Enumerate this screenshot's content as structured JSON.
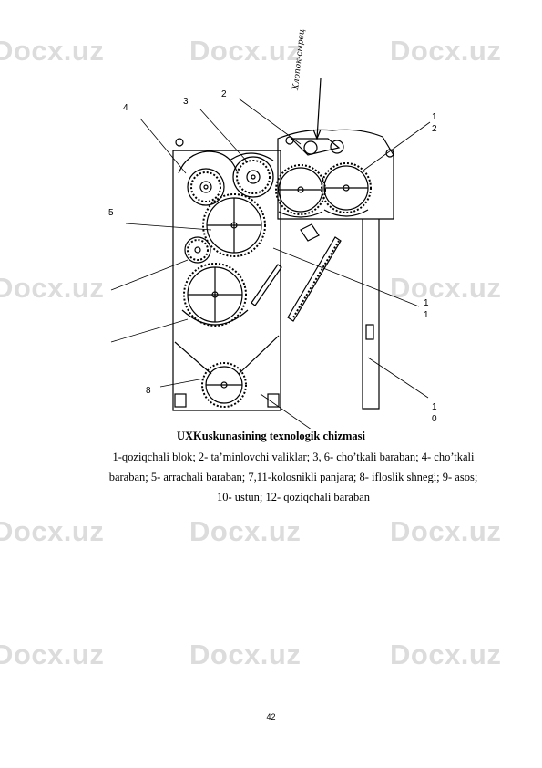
{
  "watermark": {
    "text": "Docx.uz",
    "color": "#dcdcdc"
  },
  "figure": {
    "callouts": [
      "1\n2",
      "2",
      "3",
      "4",
      "5",
      "8",
      "1\n1",
      "1\n0"
    ],
    "handwritten_note": "Хлопок-сырец"
  },
  "title": "UXKuskunasining texnologik chizmasi",
  "caption": "1-qoziqchali blok; 2- ta’minlovchi valiklar; 3, 6- cho’tkali baraban; 4- cho’tkali baraban; 5- arrachali baraban;  7,11-kolosnikli panjara; 8- ifloslik shnegi; 9- asos; 10- ustun; 12- qoziqchali baraban",
  "page_number": "42"
}
